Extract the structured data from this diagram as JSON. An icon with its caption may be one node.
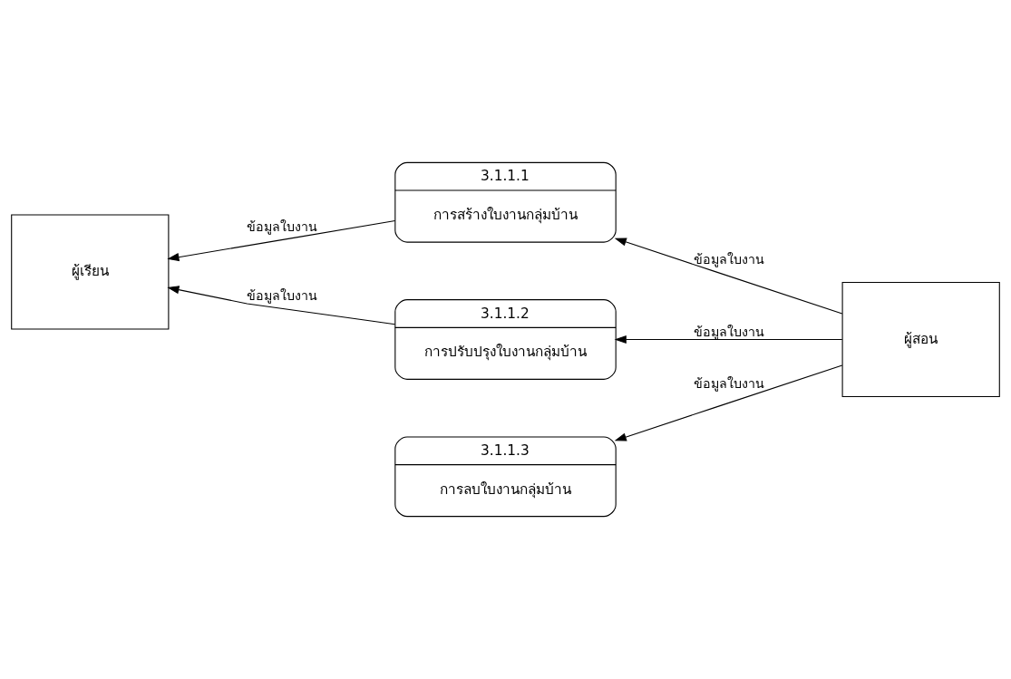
{
  "diagram": {
    "nodes": [
      {
        "text": [
          "3.1.1.1",
          "การสร้างใบงานกลุ่มบ้าน"
        ]
      },
      {
        "text": [
          "3.1.1.2",
          "การปรับปรุงใบงานกลุ่มบ้าน"
        ]
      },
      {
        "text": [
          "ผู้เรียน"
        ]
      },
      {
        "text": [
          "ผู้สอน"
        ]
      },
      {
        "text": [
          "3.1.1.3",
          "การลบใบงานกลุ่มบ้าน"
        ]
      }
    ],
    "edges": [
      {
        "from": 0,
        "to": 2,
        "arrow": "to",
        "label": "ข้อมูลใบงาน"
      },
      {
        "from": 3,
        "to": 0,
        "arrow": "to",
        "label": "ข้อมูลใบงาน"
      },
      {
        "from": 1,
        "to": 2,
        "arrow": "to",
        "label": "ข้อมูลใบงาน"
      },
      {
        "from": 3,
        "to": 1,
        "arrow": "to",
        "label": "ข้อมูลใบงาน"
      },
      {
        "from": 3,
        "to": 4,
        "arrow": "to",
        "label": "ข้อมูลใบงาน"
      }
    ]
  }
}
